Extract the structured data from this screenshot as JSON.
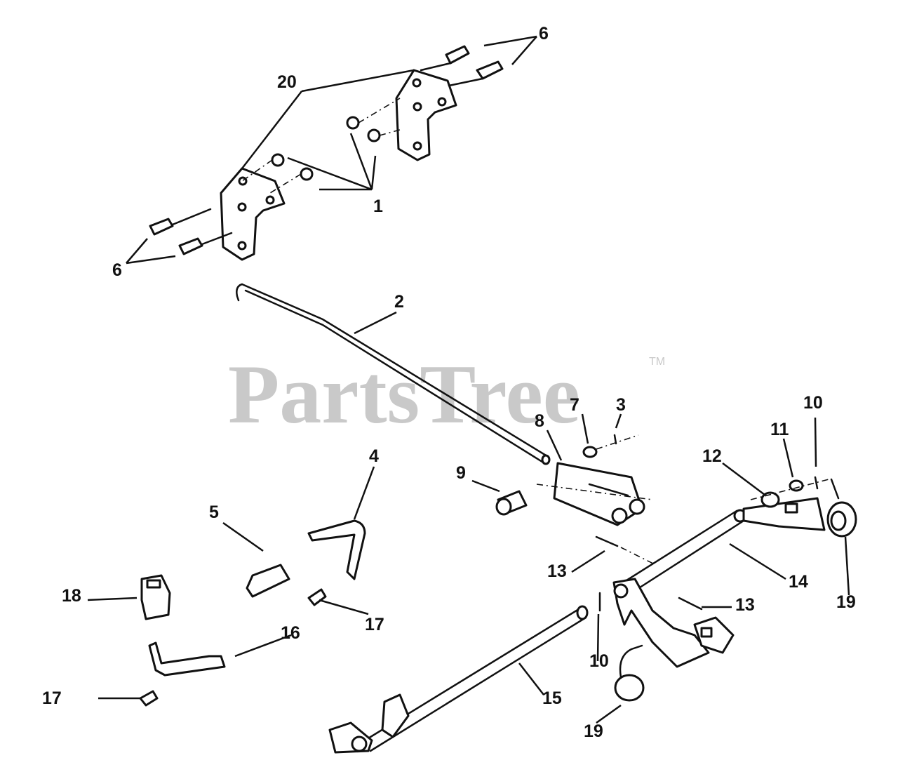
{
  "watermark": {
    "text": "PartsTree",
    "trademark": "TM"
  },
  "callouts": {
    "c1": "1",
    "c2": "2",
    "c3": "3",
    "c4": "4",
    "c5": "5",
    "c6a": "6",
    "c6b": "6",
    "c7": "7",
    "c8": "8",
    "c9": "9",
    "c10a": "10",
    "c10b": "10",
    "c11": "11",
    "c12": "12",
    "c13a": "13",
    "c13b": "13",
    "c14": "14",
    "c15": "15",
    "c16": "16",
    "c17a": "17",
    "c17b": "17",
    "c18": "18",
    "c19a": "19",
    "c19b": "19",
    "c20": "20"
  }
}
